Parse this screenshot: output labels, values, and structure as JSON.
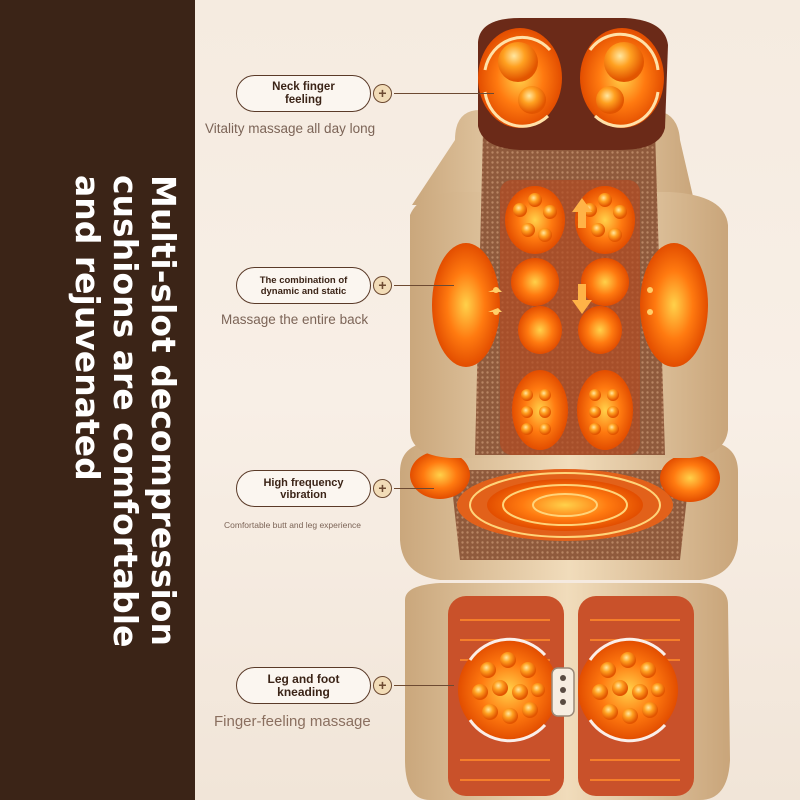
{
  "headline": [
    "Multi-slot decompression",
    "cushions are comfortable",
    "and rejuvenated"
  ],
  "callouts": [
    {
      "label_lines": [
        "Neck finger",
        "feeling"
      ],
      "subtitle": "Vitality massage all day long"
    },
    {
      "label_lines": [
        "The combination of",
        "dynamic and static"
      ],
      "subtitle": "Massage the entire back"
    },
    {
      "label_lines": [
        "High frequency",
        "vibration"
      ],
      "subtitle": "Comfortable butt and leg experience"
    },
    {
      "label_lines": [
        "Leg and foot",
        "kneading"
      ],
      "subtitle": "Finger-feeling massage"
    }
  ],
  "colors": {
    "dark_brown": "#3b2417",
    "glow_orange": "#ff6a00",
    "cream": "#e9d2ac"
  },
  "icons": [
    "plus-icon",
    "rotation-arrow-icon",
    "up-arrow-icon",
    "down-arrow-icon",
    "heat-wave-icon"
  ]
}
